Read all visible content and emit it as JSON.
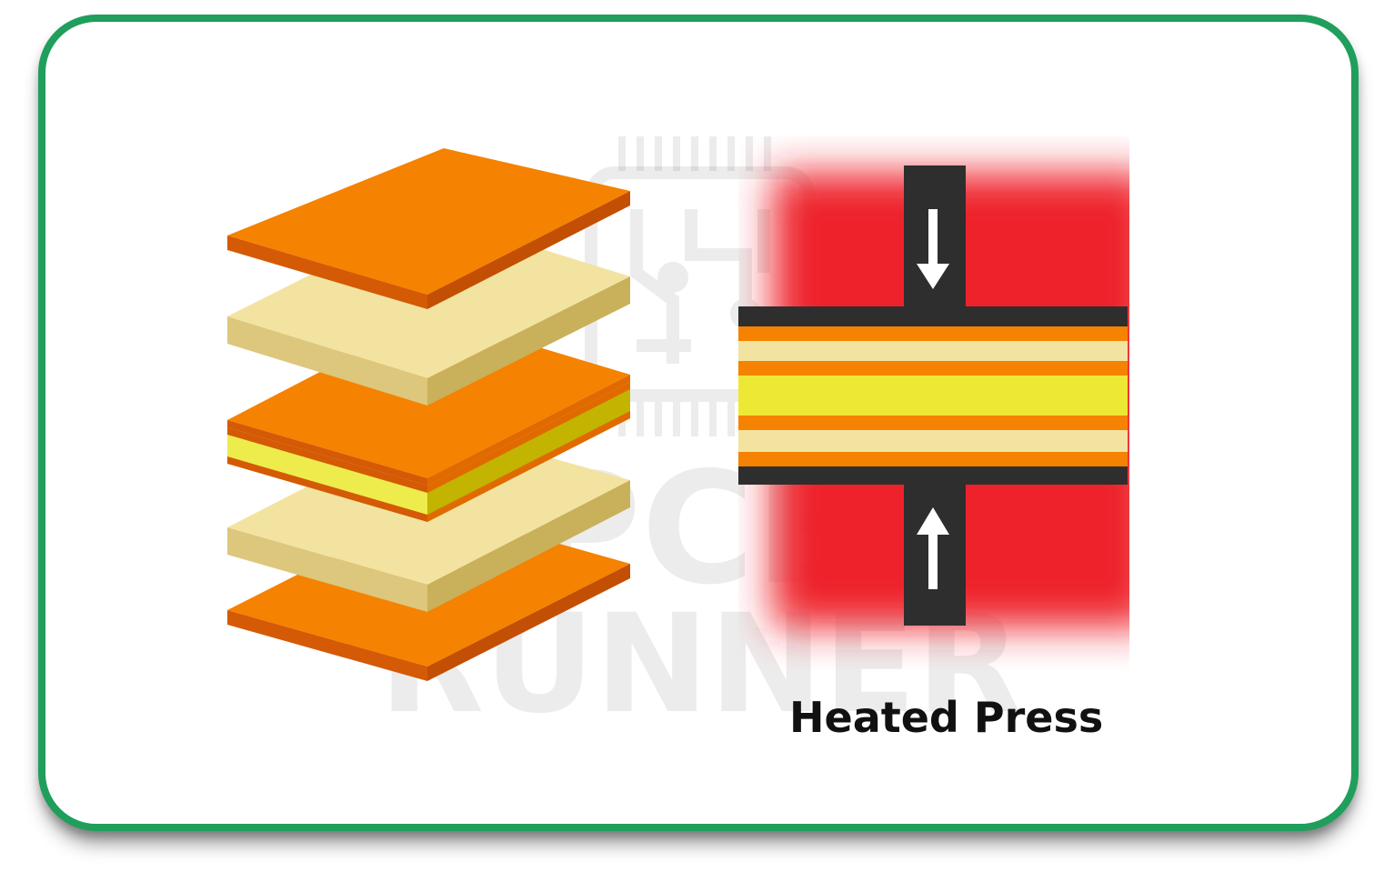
{
  "diagram": {
    "caption": "Heated Press",
    "watermark": {
      "line1": "PCB",
      "line2": "RUNNER"
    },
    "layer_stack": [
      {
        "name": "copper-foil-top",
        "material": "copper"
      },
      {
        "name": "prepreg-top",
        "material": "prepreg"
      },
      {
        "name": "core",
        "material": "core"
      },
      {
        "name": "prepreg-bottom",
        "material": "prepreg"
      },
      {
        "name": "copper-foil-bottom",
        "material": "copper"
      }
    ],
    "press_stack": [
      "copper",
      "prepreg",
      "copper",
      "core",
      "copper",
      "prepreg",
      "copper"
    ],
    "colors": {
      "border": "#1f9e5c",
      "copper_top": "#f58200",
      "copper_edge": "#d45a05",
      "prepreg_top": "#f3e3a1",
      "prepreg_edge": "#d8c67c",
      "core": "#ede834",
      "core_edge": "#c6b600",
      "press_plate": "#2e2e2e",
      "heat": "#ee2229",
      "arrow": "#ffffff"
    }
  }
}
